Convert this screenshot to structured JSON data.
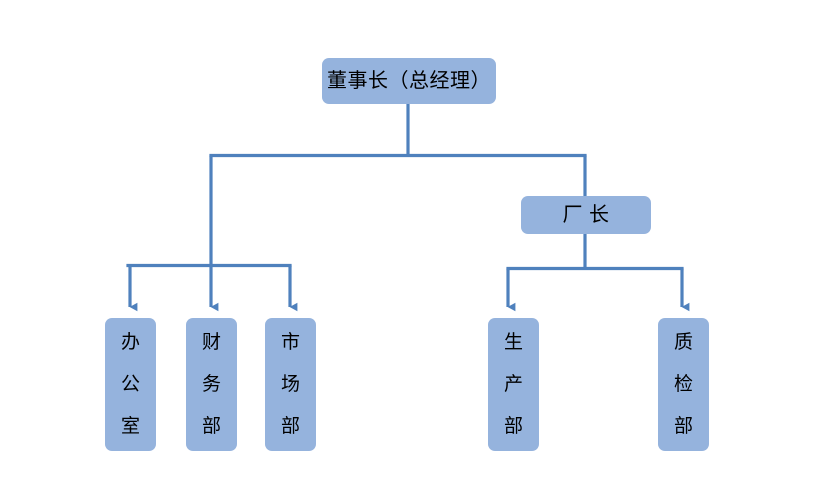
{
  "diagram": {
    "type": "organization-chart",
    "background_color": "#FFFFFF",
    "node_fill_color": "#95B3DD",
    "connector_color": "#4F81BD",
    "text_color": "#000000",
    "nodes": {
      "root": {
        "label": "董事长（总经理）",
        "level": 1
      },
      "plant_manager": {
        "label": "厂 长",
        "chars": [
          "厂",
          "长"
        ],
        "level": 2
      },
      "office": {
        "label": "办公室",
        "chars": [
          "办",
          "公",
          "室"
        ],
        "level": 3
      },
      "finance": {
        "label": "财务部",
        "chars": [
          "财",
          "务",
          "部"
        ],
        "level": 3
      },
      "market": {
        "label": "市场部",
        "chars": [
          "市",
          "场",
          "部"
        ],
        "level": 3
      },
      "production": {
        "label": "生产部",
        "chars": [
          "生",
          "产",
          "部"
        ],
        "level": 3
      },
      "quality": {
        "label": "质检部",
        "chars": [
          "质",
          "检",
          "部"
        ],
        "level": 3
      }
    },
    "edges": [
      {
        "from": "root",
        "to": "office",
        "arrow": true
      },
      {
        "from": "root",
        "to": "finance",
        "arrow": true
      },
      {
        "from": "root",
        "to": "market",
        "arrow": true
      },
      {
        "from": "root",
        "to": "plant_manager",
        "arrow": false
      },
      {
        "from": "plant_manager",
        "to": "production",
        "arrow": true
      },
      {
        "from": "plant_manager",
        "to": "quality",
        "arrow": true
      }
    ]
  }
}
